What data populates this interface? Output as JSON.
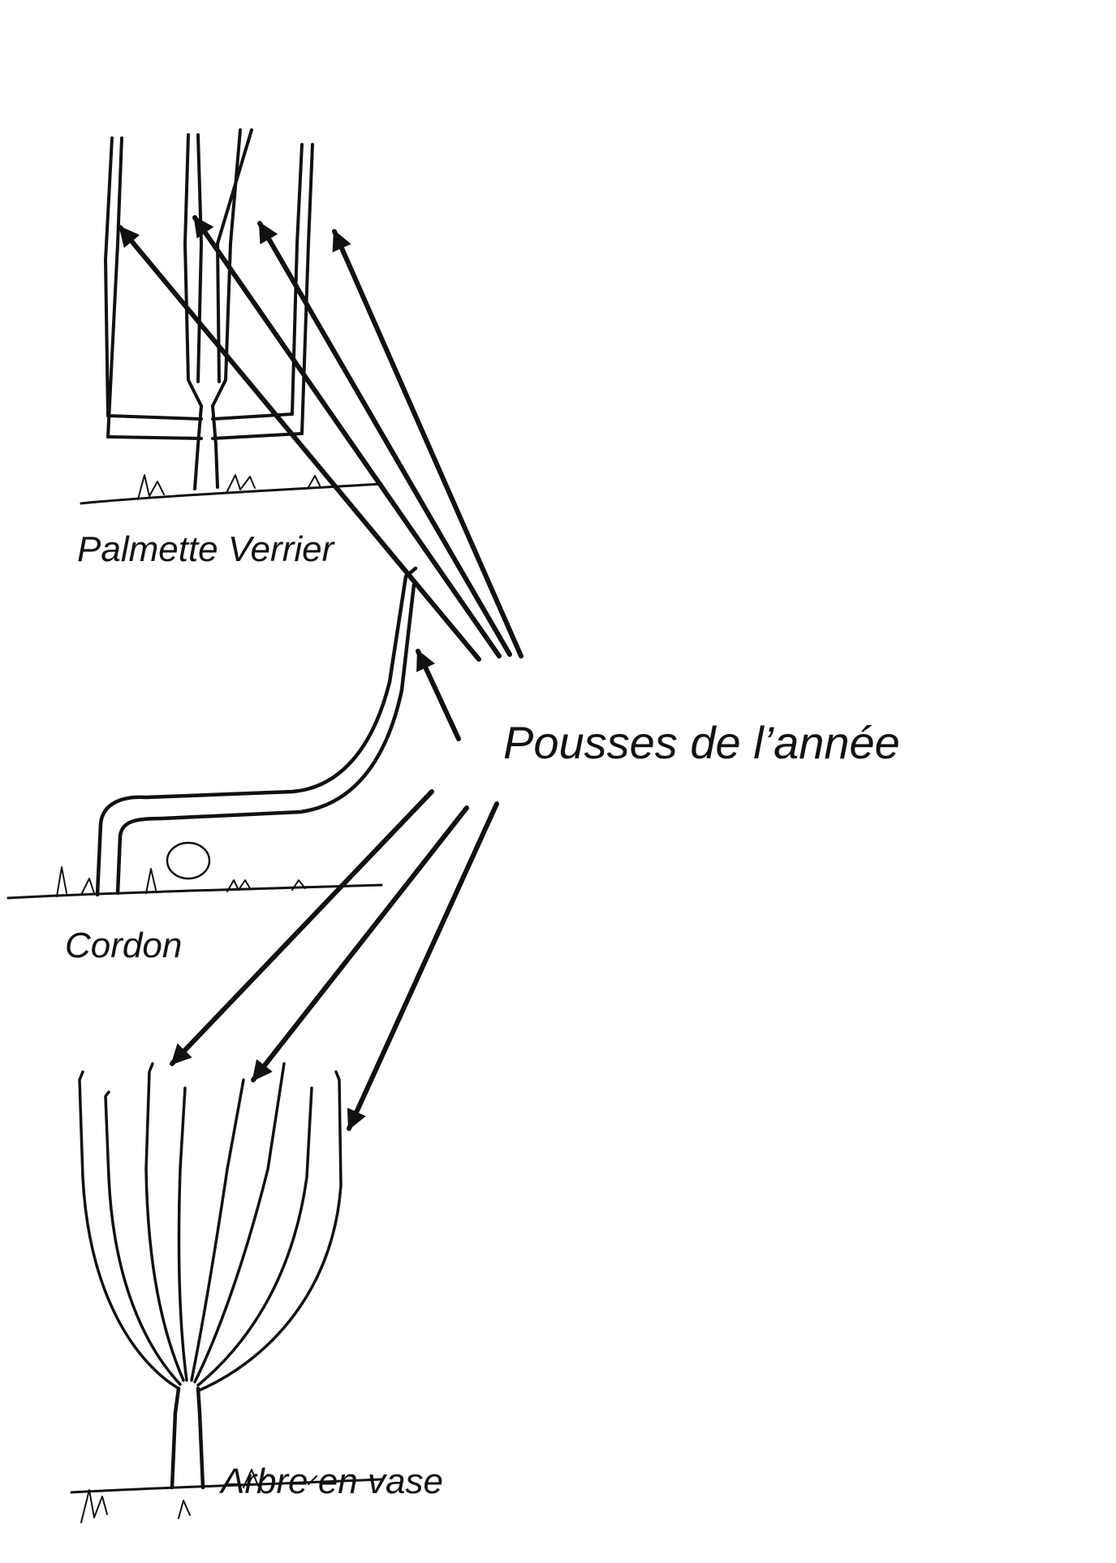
{
  "labels": {
    "palmette": "Palmette Verrier",
    "cordon": "Cordon",
    "vase": "Arbre en vase",
    "pousses": "Pousses de l’année"
  },
  "colors": {
    "ink": "#111111",
    "background": "#ffffff"
  }
}
